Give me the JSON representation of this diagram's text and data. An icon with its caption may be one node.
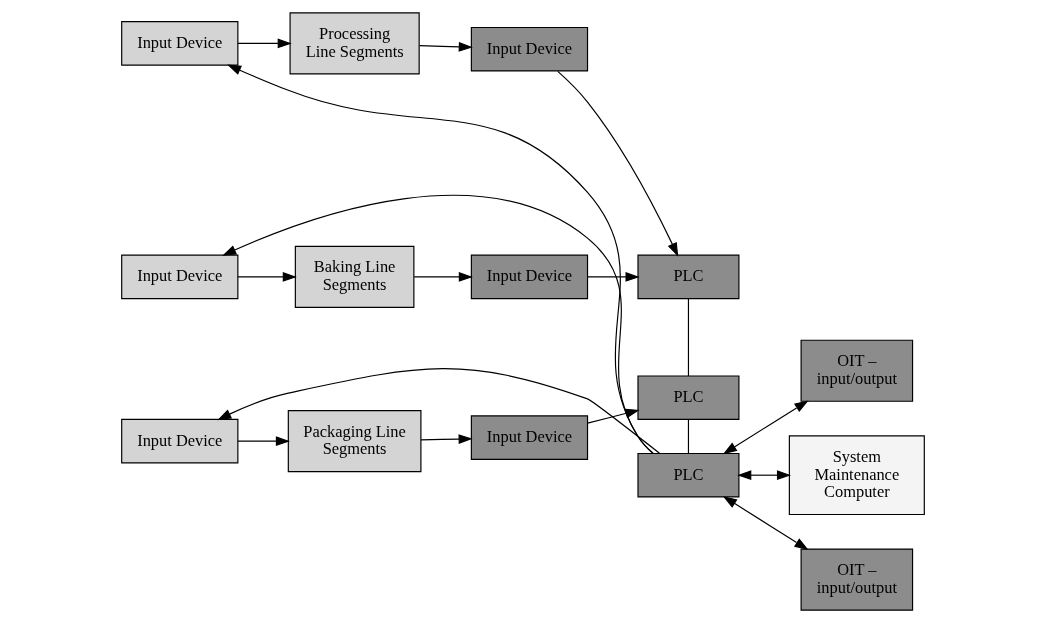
{
  "diagram": {
    "nodes": [
      {
        "text": [
          "OIT – input/output"
        ]
      },
      {
        "text": [
          "Input Device"
        ]
      },
      {
        "text": [
          "Processing Line Segments"
        ]
      },
      {
        "text": [
          "Input Device"
        ]
      },
      {
        "text": [
          "PLC"
        ]
      },
      {
        "text": [
          "PLC"
        ]
      },
      {
        "text": [
          "PLC"
        ]
      },
      {
        "text": [
          "Input Device"
        ]
      },
      {
        "text": [
          "Baking Line Segments"
        ]
      },
      {
        "text": [
          "Input Device"
        ]
      },
      {
        "text": [
          "Input Device"
        ]
      },
      {
        "text": [
          "Packaging Line Segments"
        ]
      },
      {
        "text": [
          "Input Device"
        ]
      },
      {
        "text": [
          "System Maintenance Computer"
        ]
      },
      {
        "text": [
          "OIT – input/output"
        ]
      }
    ],
    "edges": [
      {
        "from": 6,
        "to": 0,
        "arrow": "both"
      },
      {
        "from": 1,
        "to": 2,
        "arrow": "to"
      },
      {
        "from": 2,
        "to": 3,
        "arrow": "to"
      },
      {
        "from": 3,
        "to": 4,
        "arrow": "to"
      },
      {
        "from": 4,
        "to": 5,
        "arrow": "none"
      },
      {
        "from": 5,
        "to": 6,
        "arrow": "none"
      },
      {
        "from": 7,
        "to": 8,
        "arrow": "to"
      },
      {
        "from": 8,
        "to": 9,
        "arrow": "to"
      },
      {
        "from": 9,
        "to": 4,
        "arrow": "to"
      },
      {
        "from": 10,
        "to": 11,
        "arrow": "to"
      },
      {
        "from": 11,
        "to": 12,
        "arrow": "to"
      },
      {
        "from": 12,
        "to": 5,
        "arrow": "to"
      },
      {
        "from": 6,
        "to": 13,
        "arrow": "both"
      },
      {
        "from": 6,
        "to": 14,
        "arrow": "both"
      },
      {
        "from": 6,
        "to": 1,
        "arrow": "to"
      },
      {
        "from": 6,
        "to": 7,
        "arrow": "to"
      },
      {
        "from": 6,
        "to": 10,
        "arrow": "to"
      }
    ]
  }
}
